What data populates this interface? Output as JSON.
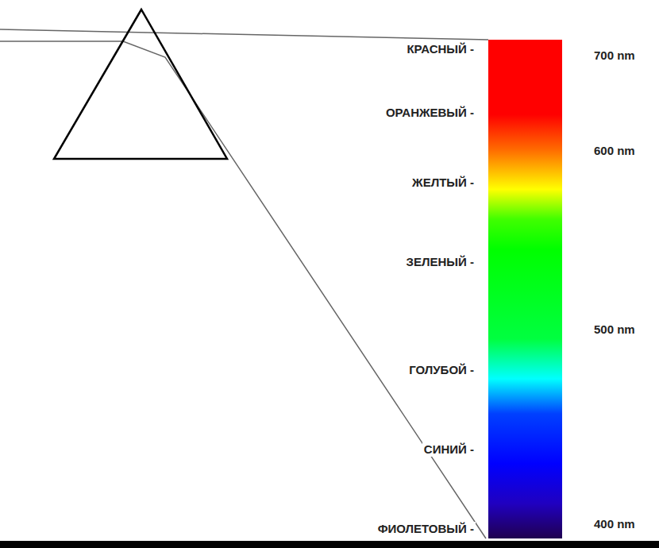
{
  "diagram": {
    "labels": [
      "КРАСНЫЙ -",
      "ОРАНЖЕВЫЙ -",
      "ЖЕЛТЫЙ -",
      "ЗЕЛЕНЫЙ -",
      "ГОЛУБОЙ -",
      "СИНИЙ -",
      "ФИОЛЕТОВЫЙ -",
      "700 nm",
      "600 nm",
      "500 nm",
      "400 nm"
    ]
  }
}
